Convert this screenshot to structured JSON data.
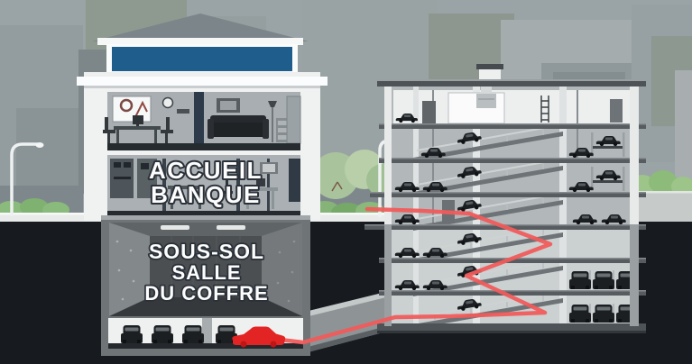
{
  "labels": {
    "bank_ground_floor": [
      "ACCUEIL",
      "BANQUE"
    ],
    "bank_basement": [
      "SOUS-SOL",
      "SALLE",
      "DU COFFRE"
    ]
  },
  "colors": {
    "sky": "#9aa3a6",
    "route_red": "#f15b5b",
    "getaway_car_red": "#e32424",
    "bank_sign_blue": "#1e5d8c",
    "label_text": "#fdfdfd",
    "label_outline": "#2b3139",
    "underground_dark": "#171a1f",
    "structure_gray": "#565c60",
    "foliage_green": "#8cbb7a"
  },
  "scene_elements": [
    "city-skyline",
    "street-lamps",
    "bushes",
    "sidewalk",
    "bank-building",
    "bank-sign",
    "bank-office-floor",
    "bank-lobby-floor",
    "vault-room",
    "bank-parking-level",
    "parked-cars",
    "getaway-car",
    "escape-tunnel",
    "parking-garage",
    "garage-ramps",
    "garage-car-lifts",
    "route-path"
  ]
}
